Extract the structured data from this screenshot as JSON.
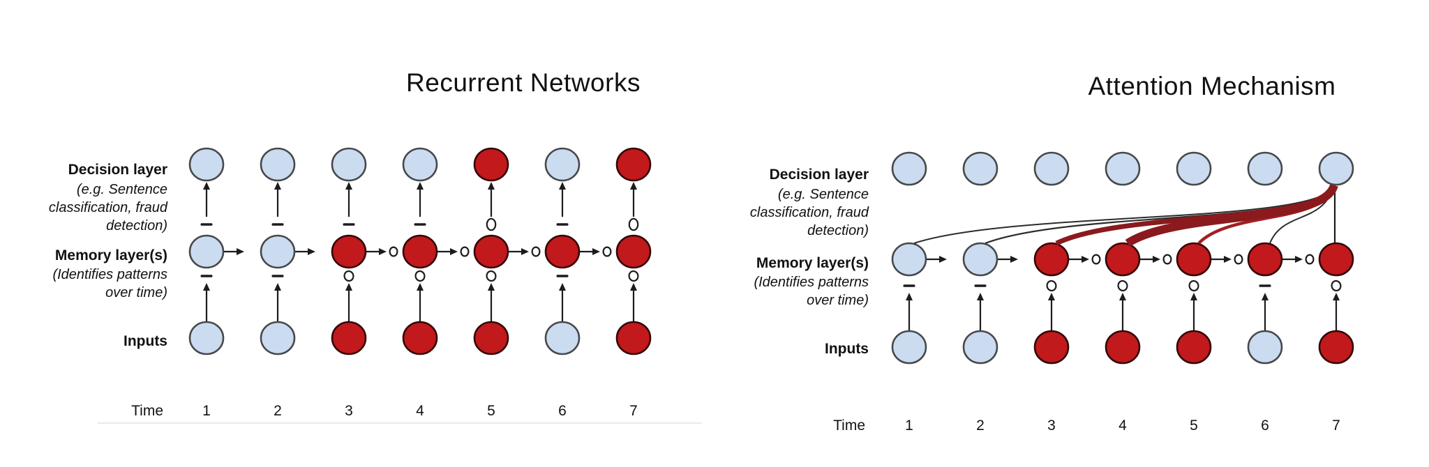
{
  "colors": {
    "background": "#ffffff",
    "node_blue": "#cbdcf1",
    "node_red": "#c2191c",
    "node_blue_stroke": "#47484a",
    "node_red_stroke": "#330708",
    "line": "#1c1c1c",
    "attention_black": "#2b2b2b",
    "attention_red": "#a02025",
    "attention_dark_red": "#8a1a1d",
    "divider": "#e9e9e9",
    "text": "#111111"
  },
  "left_panel": {
    "title": "Recurrent Networks",
    "row_labels": {
      "decision_title": "Decision layer",
      "decision_subtitle_lines": [
        "(e.g. Sentence",
        "classification, fraud",
        "detection)"
      ],
      "memory_title": "Memory layer(s)",
      "memory_subtitle_lines": [
        "(Identifies patterns",
        "over time)"
      ],
      "inputs": "Inputs",
      "time": "Time"
    },
    "time_steps": [
      "1",
      "2",
      "3",
      "4",
      "5",
      "6",
      "7"
    ],
    "decision_nodes": [
      "blue",
      "blue",
      "blue",
      "blue",
      "red",
      "blue",
      "red"
    ],
    "memory_nodes": [
      "blue",
      "blue",
      "red",
      "red",
      "red",
      "red",
      "red"
    ],
    "input_nodes": [
      "blue",
      "blue",
      "red",
      "red",
      "red",
      "blue",
      "red"
    ],
    "output_gates": [
      "dash",
      "dash",
      "dash",
      "dash",
      "open",
      "dash",
      "open"
    ],
    "input_gates": [
      "dash",
      "dash",
      "open",
      "open",
      "open",
      "dash",
      "open"
    ],
    "recurrent_gate_circles": [
      false,
      false,
      true,
      true,
      true,
      true
    ],
    "attention": null
  },
  "right_panel": {
    "title": "Attention Mechanism",
    "row_labels": {
      "decision_title": "Decision layer",
      "decision_subtitle_lines": [
        "(e.g. Sentence",
        "classification, fraud",
        "detection)"
      ],
      "memory_title": "Memory layer(s)",
      "memory_subtitle_lines": [
        "(Identifies patterns",
        "over time)"
      ],
      "inputs": "Inputs",
      "time": "Time"
    },
    "time_steps": [
      "1",
      "2",
      "3",
      "4",
      "5",
      "6",
      "7"
    ],
    "decision_nodes": [
      "blue",
      "blue",
      "blue",
      "blue",
      "blue",
      "blue",
      "blue"
    ],
    "memory_nodes": [
      "blue",
      "blue",
      "red",
      "red",
      "red",
      "red",
      "red"
    ],
    "input_nodes": [
      "blue",
      "blue",
      "red",
      "red",
      "red",
      "blue",
      "red"
    ],
    "output_gates": null,
    "input_gates": [
      "dash",
      "dash",
      "open",
      "open",
      "open",
      "dash",
      "open"
    ],
    "recurrent_gate_circles": [
      false,
      false,
      true,
      true,
      true,
      true
    ],
    "attention": {
      "source_time": 7,
      "links": [
        {
          "to_time": 1,
          "style": "curve",
          "color": "black",
          "width": 2
        },
        {
          "to_time": 2,
          "style": "curve",
          "color": "black",
          "width": 2.2
        },
        {
          "to_time": 3,
          "style": "curve",
          "color": "dark_red",
          "width": 7
        },
        {
          "to_time": 4,
          "style": "curve",
          "color": "dark_red",
          "width": 12
        },
        {
          "to_time": 5,
          "style": "curve",
          "color": "red",
          "width": 4.5
        },
        {
          "to_time": 6,
          "style": "curve",
          "color": "black",
          "width": 2
        },
        {
          "to_time": 7,
          "style": "vertical_line",
          "color": "black",
          "width": 2.2
        }
      ]
    }
  }
}
